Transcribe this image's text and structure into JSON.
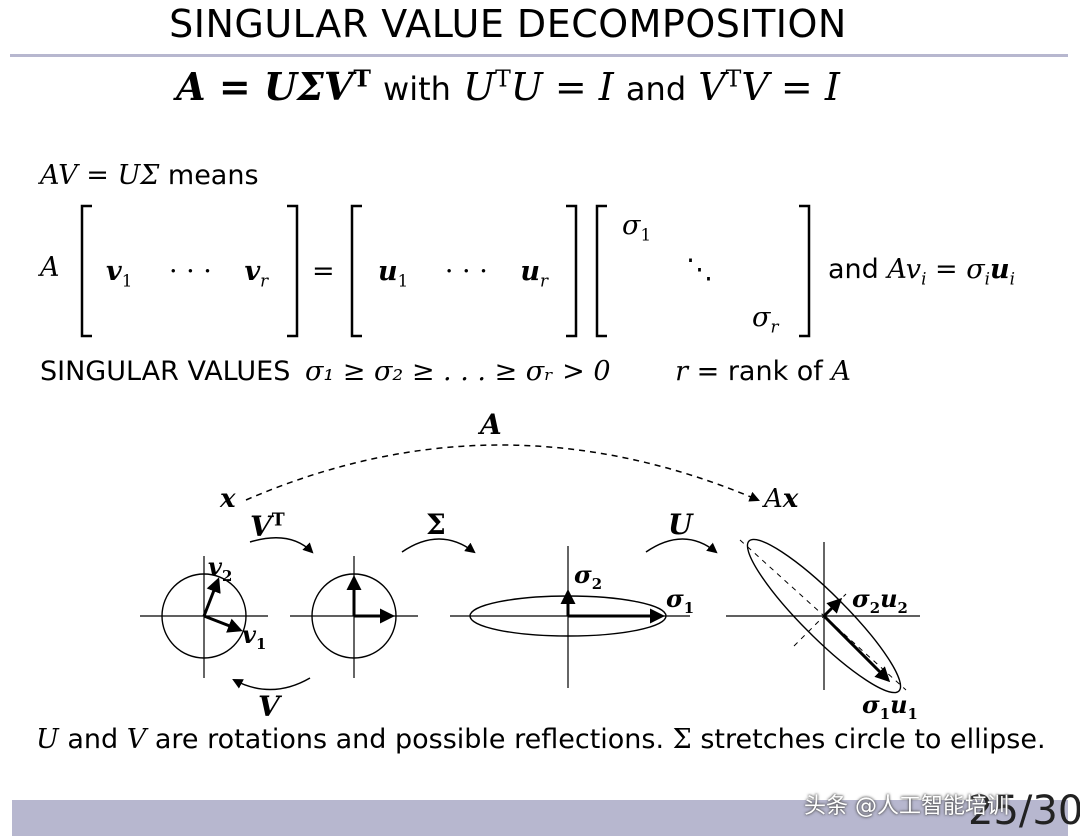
{
  "slide": {
    "title": "SINGULAR VALUE DECOMPOSITION",
    "page_number": "25/30",
    "watermark": "头条 @人工智能培训"
  },
  "main_equation": {
    "lhs": "A = UΣV",
    "T": "T",
    "with": "with",
    "u_cond": "U",
    "u_cond2": "U = I",
    "and": "and",
    "v_cond": "V",
    "v_cond2": "V = I"
  },
  "means_line": {
    "math": "AV = UΣ",
    "text": "means"
  },
  "matrix_equation": {
    "A": "A",
    "v_first": "v",
    "v_last": "v",
    "dots": "· · ·",
    "eq": "=",
    "u_first": "u",
    "u_last": "u",
    "sigma_first": "σ",
    "sigma_last": "σ",
    "diag_dots": "⋱",
    "sub_1": "1",
    "sub_r": "r",
    "and_text": "and",
    "rel_lhs": "Av",
    "rel_rhs": "= σ",
    "rel_u": "u",
    "sub_i": "i"
  },
  "singular_line": {
    "label": "SINGULAR VALUES",
    "ineq": "σ₁ ≥ σ₂ ≥ . . . ≥ σᵣ > 0",
    "rank_var": "r",
    "rank_text": "= rank of",
    "rank_A": "A"
  },
  "diagram": {
    "label_A": "A",
    "label_x": "x",
    "label_Ax_A": "A",
    "label_Ax_x": "x",
    "label_VT": "V",
    "label_T": "T",
    "label_V": "V",
    "label_Sigma": "Σ",
    "label_U": "U",
    "label_v2": "v",
    "label_v1": "v",
    "sub_2": "2",
    "sub_1": "1",
    "label_sigma2": "σ",
    "label_sigma1": "σ",
    "label_s2u2_s": "σ",
    "label_s2u2_u": "u",
    "label_s1u1_s": "σ",
    "label_s1u1_u": "u"
  },
  "caption": {
    "U": "U",
    "and": "and",
    "V": "V",
    "text1": "are rotations and possible reflections.",
    "Sigma": "Σ",
    "text2": "stretches circle to ellipse."
  }
}
